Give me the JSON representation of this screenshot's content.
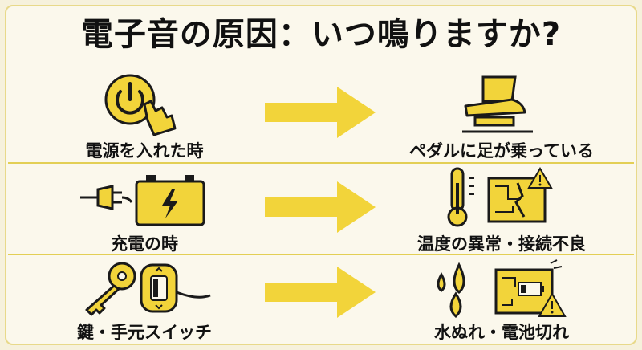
{
  "title": "電子音の原因：いつ鳴りますか?",
  "rows": [
    {
      "left_label": "電源を入れた時",
      "right_label": "ペダルに足が乗っている",
      "left_icon": "power-button-hand-icon",
      "right_icon": "foot-on-pedal-icon"
    },
    {
      "left_label": "充電の時",
      "right_label": "温度の異常・接続不良",
      "left_icon": "plug-battery-icon",
      "right_icon": "thermometer-circuit-warning-icon"
    },
    {
      "left_label": "鍵・手元スイッチ",
      "right_label": "水ぬれ・電池切れ",
      "left_icon": "key-switch-icon",
      "right_icon": "water-drops-battery-warning-icon"
    }
  ],
  "colors": {
    "accent": "#f2d43a",
    "outline": "#1a1a1a",
    "background": "#fbf8ec"
  }
}
